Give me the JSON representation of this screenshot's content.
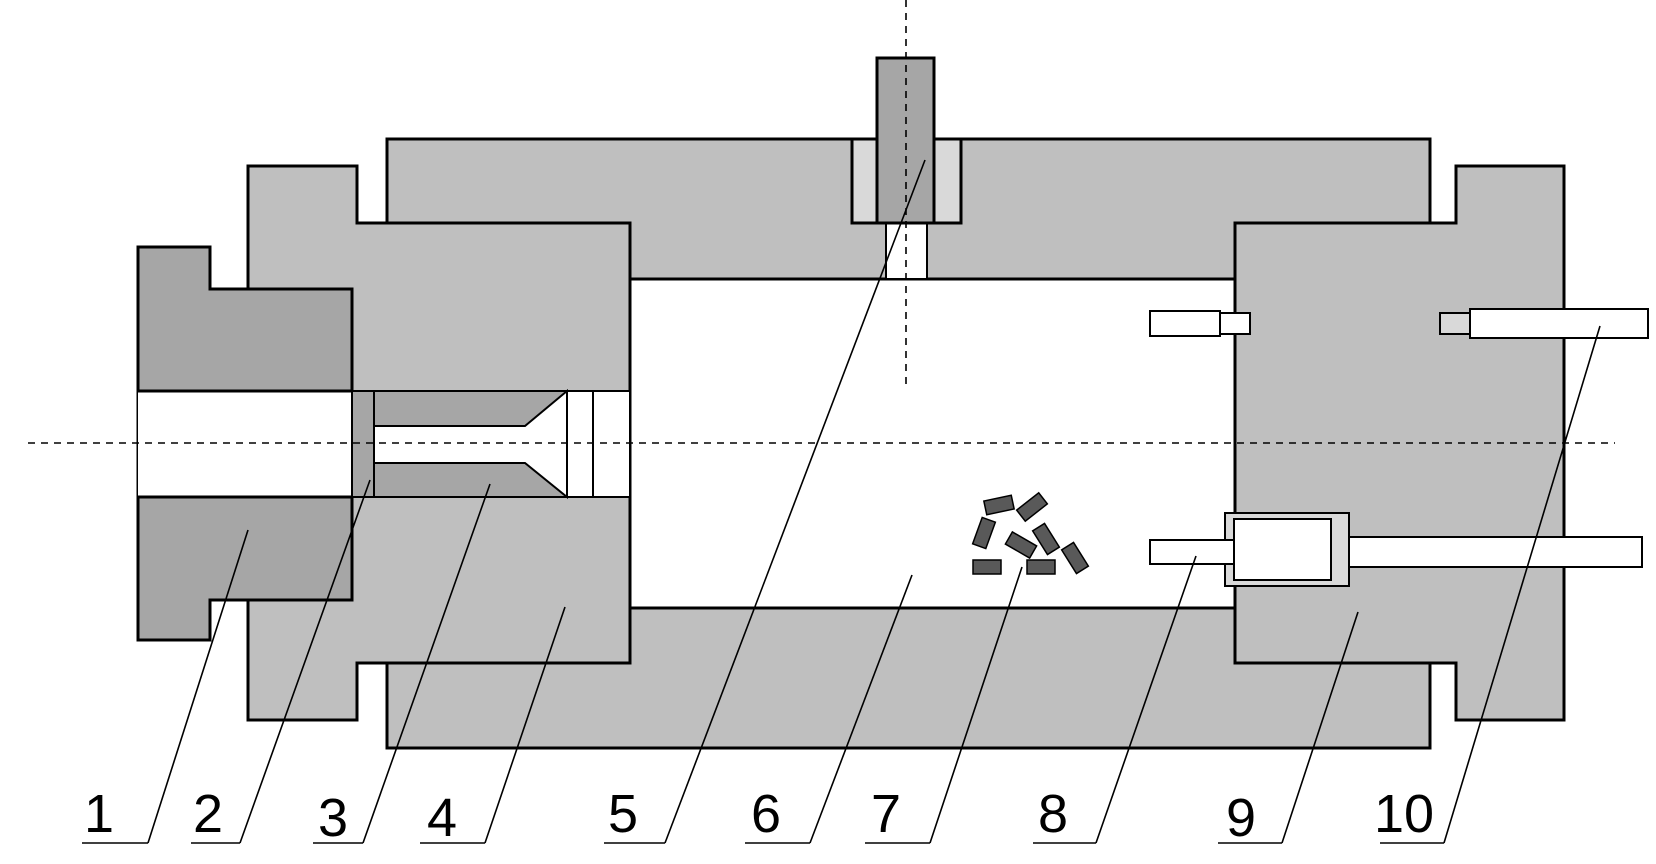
{
  "diagram": {
    "colors": {
      "light_gray": "#bfbfbf",
      "dark_gray": "#a6a6a6",
      "pale_gray": "#d9d9d9",
      "white": "#ffffff",
      "pellet": "#595959",
      "line": "#000000"
    },
    "labels": [
      {
        "id": "1",
        "text": "1"
      },
      {
        "id": "2",
        "text": "2"
      },
      {
        "id": "3",
        "text": "3"
      },
      {
        "id": "4",
        "text": "4"
      },
      {
        "id": "5",
        "text": "5"
      },
      {
        "id": "6",
        "text": "6"
      },
      {
        "id": "7",
        "text": "7"
      },
      {
        "id": "8",
        "text": "8"
      },
      {
        "id": "9",
        "text": "9"
      },
      {
        "id": "10",
        "text": "10"
      }
    ]
  }
}
